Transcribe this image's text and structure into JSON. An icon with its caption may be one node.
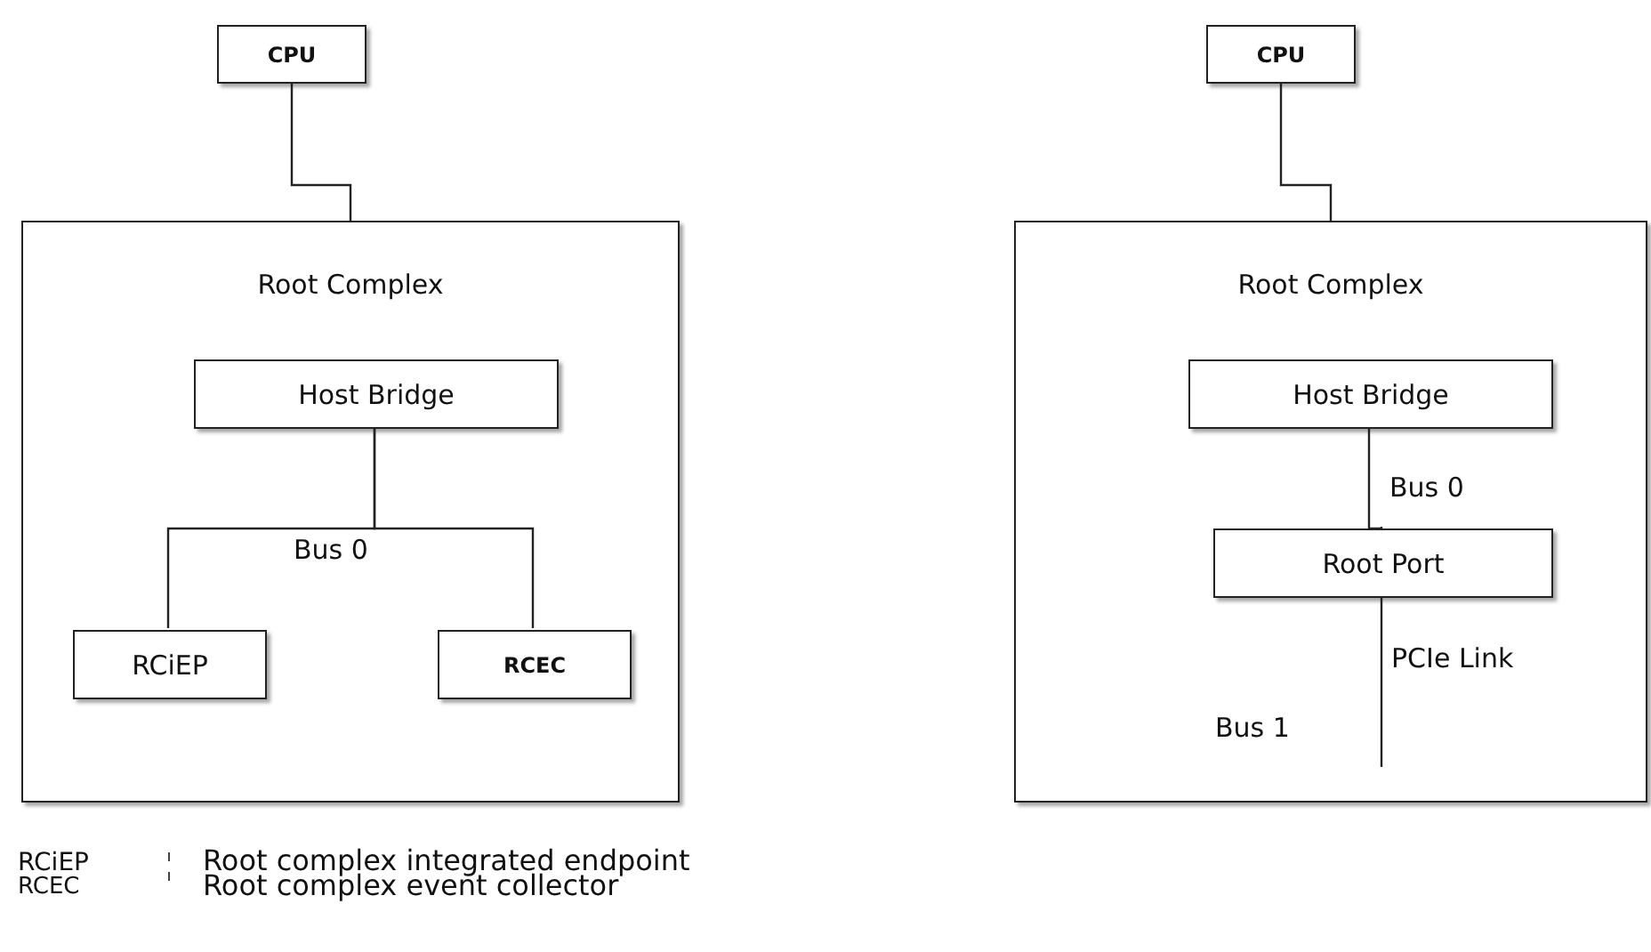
{
  "diagram": {
    "nodes": [
      {
        "text": [
          "CPU"
        ]
      },
      {
        "text": [
          "Root Complex"
        ]
      },
      {
        "text": [
          "Host Bridge"
        ],
        "in": 1
      },
      {
        "text": [
          "RCiEP"
        ],
        "in": 1
      },
      {
        "text": [
          "RCEC"
        ],
        "in": 1
      },
      {
        "text": [
          "CPU"
        ]
      },
      {
        "text": [
          "Root Complex"
        ]
      },
      {
        "text": [
          "Host Bridge"
        ],
        "in": 6
      },
      {
        "text": [
          "Root Port"
        ],
        "in": 6
      }
    ],
    "edges": [
      {
        "from": 0,
        "to": 1,
        "arrow": "none"
      },
      {
        "from": 2,
        "to": 3,
        "arrow": "none",
        "label": "Bus 0"
      },
      {
        "from": 2,
        "to": 4,
        "arrow": "none"
      },
      {
        "from": 5,
        "to": 6,
        "arrow": "none"
      },
      {
        "from": 7,
        "to": 8,
        "arrow": "none",
        "label": "Bus 0"
      },
      {
        "from": 8,
        "to": null,
        "arrow": "none",
        "label": "PCIe Link"
      }
    ],
    "labels": [
      "Bus 1",
      "RCiEP",
      "Root complex integrated endpoint",
      "RCEC",
      "Root complex event collector"
    ]
  }
}
